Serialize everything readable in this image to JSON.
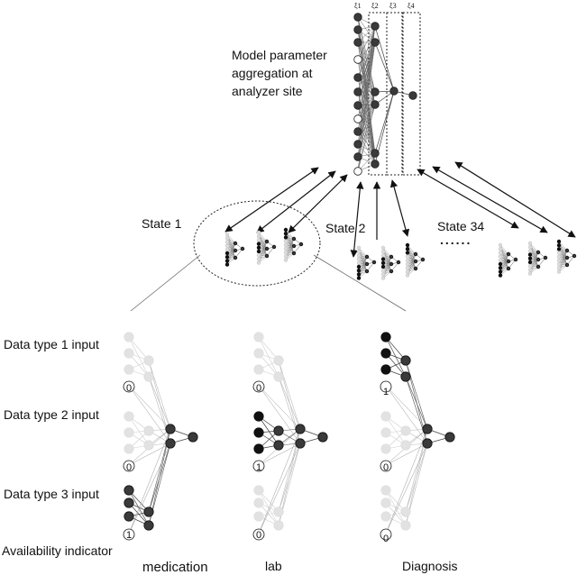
{
  "title_lines": [
    "Model parameter",
    "aggregation at",
    "analyzer site"
  ],
  "layer_labels": [
    "ξ1",
    "ξ2",
    "ξ3",
    "ξ4"
  ],
  "states": [
    {
      "label": "State  1"
    },
    {
      "label": "State  2"
    },
    {
      "label": "State 34"
    }
  ],
  "ellipsis": "......",
  "input_labels": [
    "Data type 1 input",
    "Data type 2 input",
    "Data type 3 input",
    "Availability indicator"
  ],
  "networks": [
    {
      "label": "medication",
      "indicators": [
        "0",
        "0",
        "1"
      ]
    },
    {
      "label": "lab",
      "indicators": [
        "0",
        "1",
        "0"
      ]
    },
    {
      "label": "Diagnosis",
      "indicators": [
        "1",
        "0",
        "0"
      ]
    }
  ],
  "colors": {
    "active": "#3a3a3a",
    "inactive": "#e2e2e2",
    "black": "#111111",
    "edge": "#555555"
  }
}
